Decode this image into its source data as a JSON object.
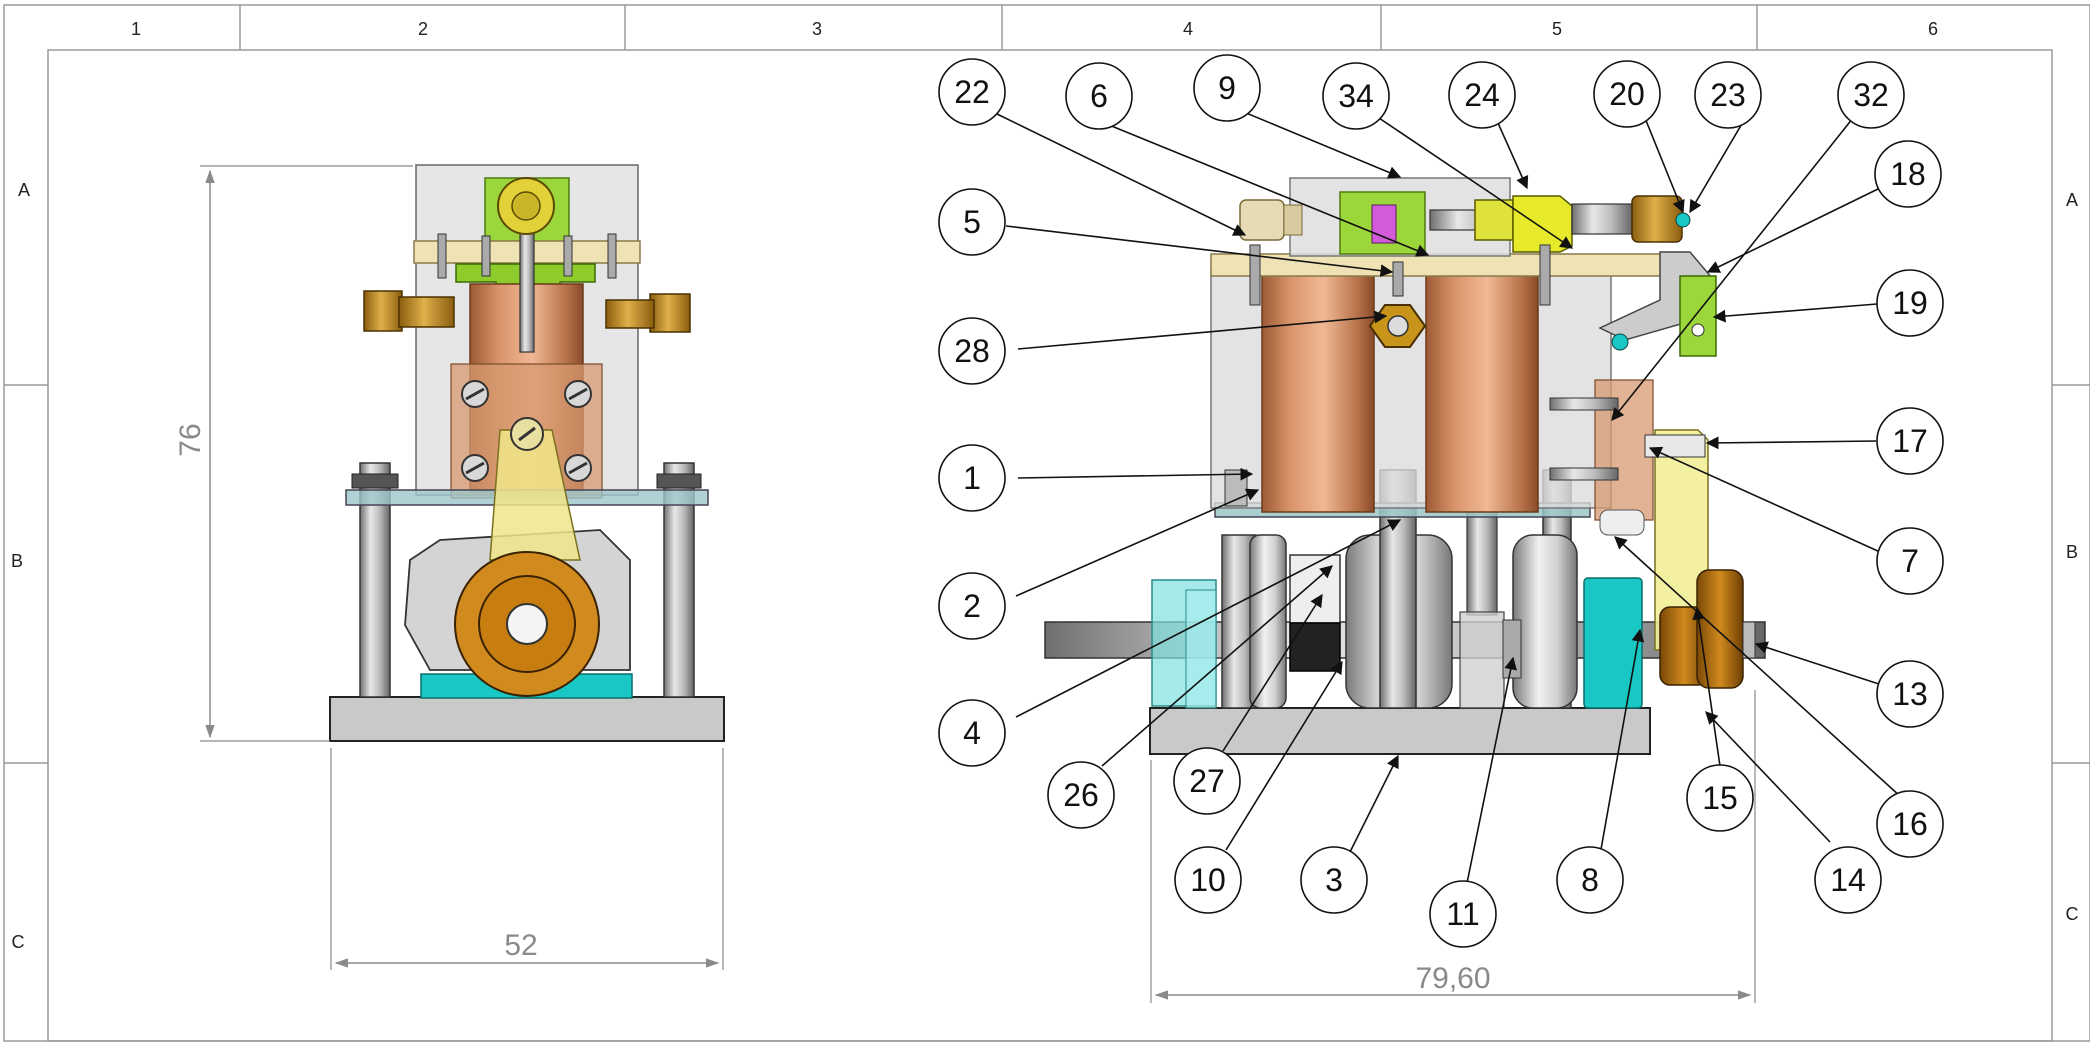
{
  "frame": {
    "columns": [
      "1",
      "2",
      "3",
      "4",
      "5",
      "6"
    ],
    "rows": [
      "A",
      "B",
      "C"
    ]
  },
  "dimensions": {
    "front_height": "76",
    "front_width": "52",
    "side_width": "79,60"
  },
  "balloons": [
    "22",
    "6",
    "9",
    "34",
    "24",
    "20",
    "23",
    "32",
    "18",
    "5",
    "19",
    "28",
    "17",
    "1",
    "7",
    "2",
    "13",
    "4",
    "26",
    "27",
    "15",
    "16",
    "14",
    "10",
    "3",
    "11",
    "8"
  ],
  "colors": {
    "copper": "#c98a60",
    "brass": "#c8951a",
    "green": "#9bd63a",
    "cyan": "#19c7c4",
    "gray": "#c8c8c8",
    "cream": "#efe2b4",
    "magenta": "#d15bd8",
    "yellow": "#e6ea2a"
  }
}
